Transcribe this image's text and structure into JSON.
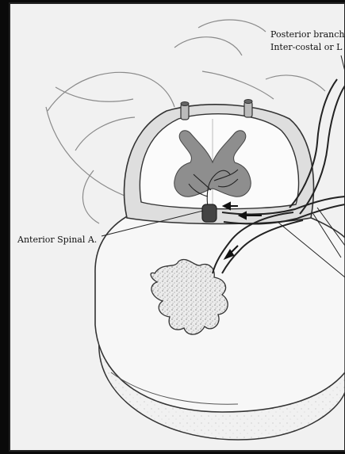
{
  "labels": {
    "posterior_branch_line1": "Posterior branch",
    "posterior_branch_line2": "Inter-costal or L",
    "anterior_spinal": "Anterior Spinal A."
  },
  "colors": {
    "background": "#0a0a0a",
    "paper": "#f1f1f1",
    "line": "#2a2a2a",
    "gray_matter": "#8e8e8e",
    "cord": "#fbfbfb"
  }
}
